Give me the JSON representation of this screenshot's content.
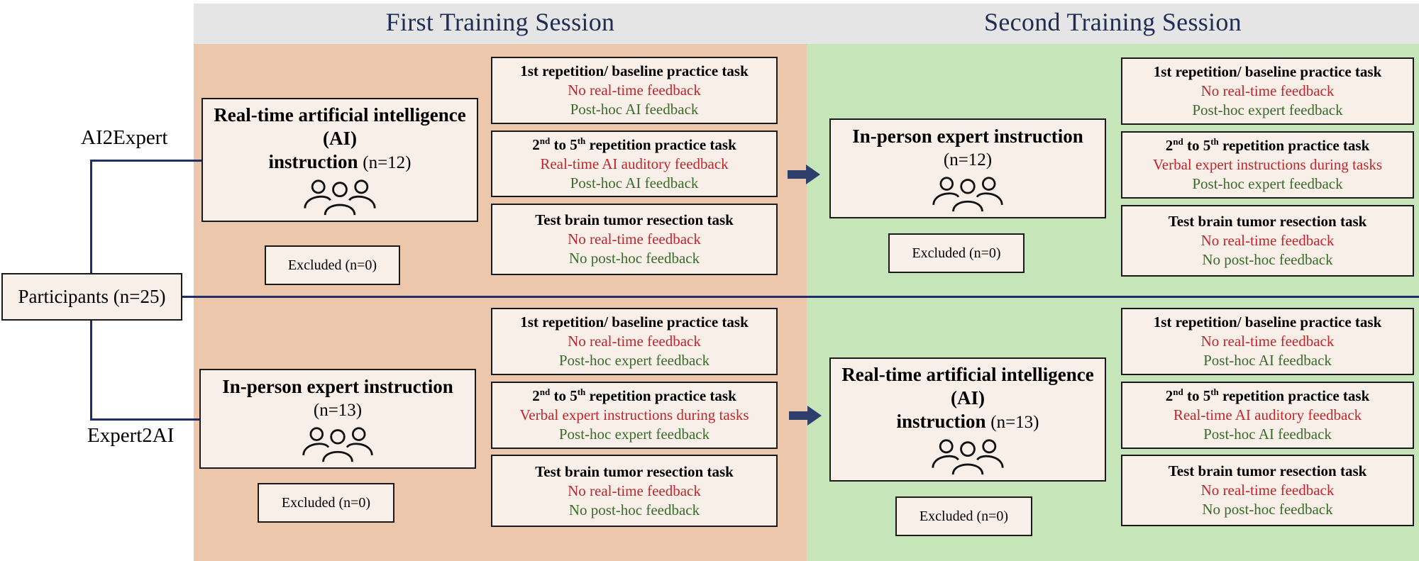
{
  "sessions": {
    "first": "First Training Session",
    "second": "Second Training Session"
  },
  "participants": {
    "label": "Participants (n=25)"
  },
  "groups": {
    "top": "AI2Expert",
    "bottom": "Expert2AI"
  },
  "instruction": {
    "ai_line1": "Real-time artificial intelligence",
    "ai_line2": "(AI)",
    "ai_line3": "instruction",
    "expert_line1": "In-person expert instruction",
    "n12": "(n=12)",
    "n13": "(n=13)"
  },
  "excluded": "Excluded (n=0)",
  "tasks": {
    "baseline": "1st repetition/ baseline practice task",
    "rep_nd": "nd",
    "rep_th": "th",
    "rep_2": "2",
    "rep_to5": " to 5",
    "rep_suffix": " repetition practice task",
    "test": "Test brain tumor resection task"
  },
  "feedback": {
    "no_realtime": "No real-time feedback",
    "posthoc_ai": "Post-hoc AI feedback",
    "posthoc_expert": "Post-hoc expert feedback",
    "realtime_ai_auditory": "Real-time AI auditory feedback",
    "verbal_expert": "Verbal expert instructions during tasks",
    "no_posthoc": "No post-hoc feedback"
  },
  "icons": [
    "people-group-icon",
    "arrow-right-icon"
  ],
  "colors": {
    "first_bg": "#ecc7ab",
    "second_bg": "#c6e6ba",
    "header_bg": "#e5e5e5",
    "title_color": "#1f2d55",
    "line_color": "#1f2d6b",
    "red_text": "#c0262c",
    "green_text": "#3a6b2b",
    "box_bg": "#f7efe8"
  }
}
